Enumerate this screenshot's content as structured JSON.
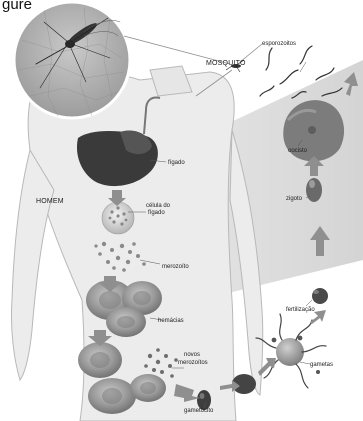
{
  "title": "gure",
  "labels": {
    "mosquito": "MOSQUITO",
    "esporozoitos": "esporozoitos",
    "oocisto": "oocisto",
    "figado": "fígado",
    "zigoto": "zigoto",
    "homem": "HOMEM",
    "celula_figado_1": "célula do",
    "celula_figado_2": "fígado",
    "merozoito": "merozoíto",
    "fertilizacao": "fertilização",
    "hemacias": "hemácias",
    "gametas": "gametas",
    "novos_1": "novos",
    "novos_2": "merozoítos",
    "gametocito": "gametócito"
  },
  "colors": {
    "skin": "#e9e9e9",
    "skin_outline": "#bdbdbd",
    "liver": "#3a3a3a",
    "red_cell": "#8a8a8a",
    "cell_dark": "#5a5a5a",
    "arrow": "#8f8f8f",
    "band": "#d6d6d6"
  }
}
